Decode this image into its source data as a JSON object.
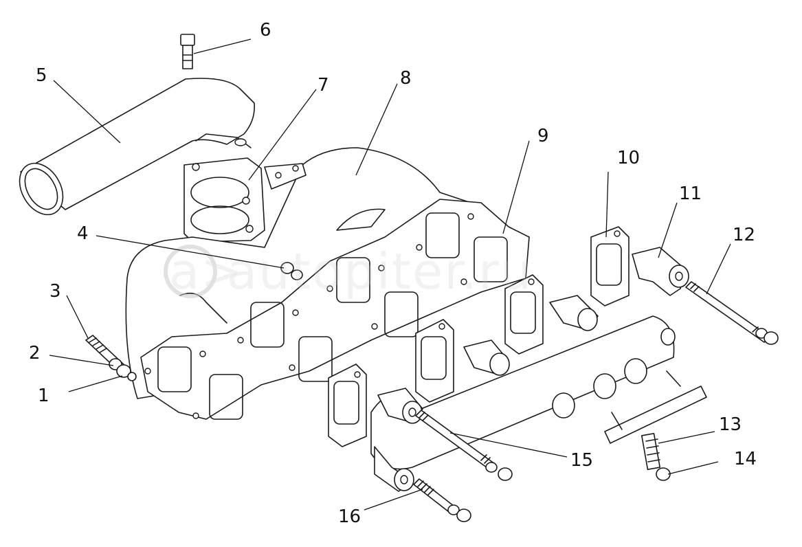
{
  "diagram": {
    "watermark": "autopiter.ru",
    "watermark_symbol": "a>",
    "part_labels": [
      "1",
      "2",
      "3",
      "4",
      "5",
      "6",
      "7",
      "8",
      "9",
      "10",
      "11",
      "12",
      "13",
      "14",
      "15",
      "16"
    ]
  }
}
